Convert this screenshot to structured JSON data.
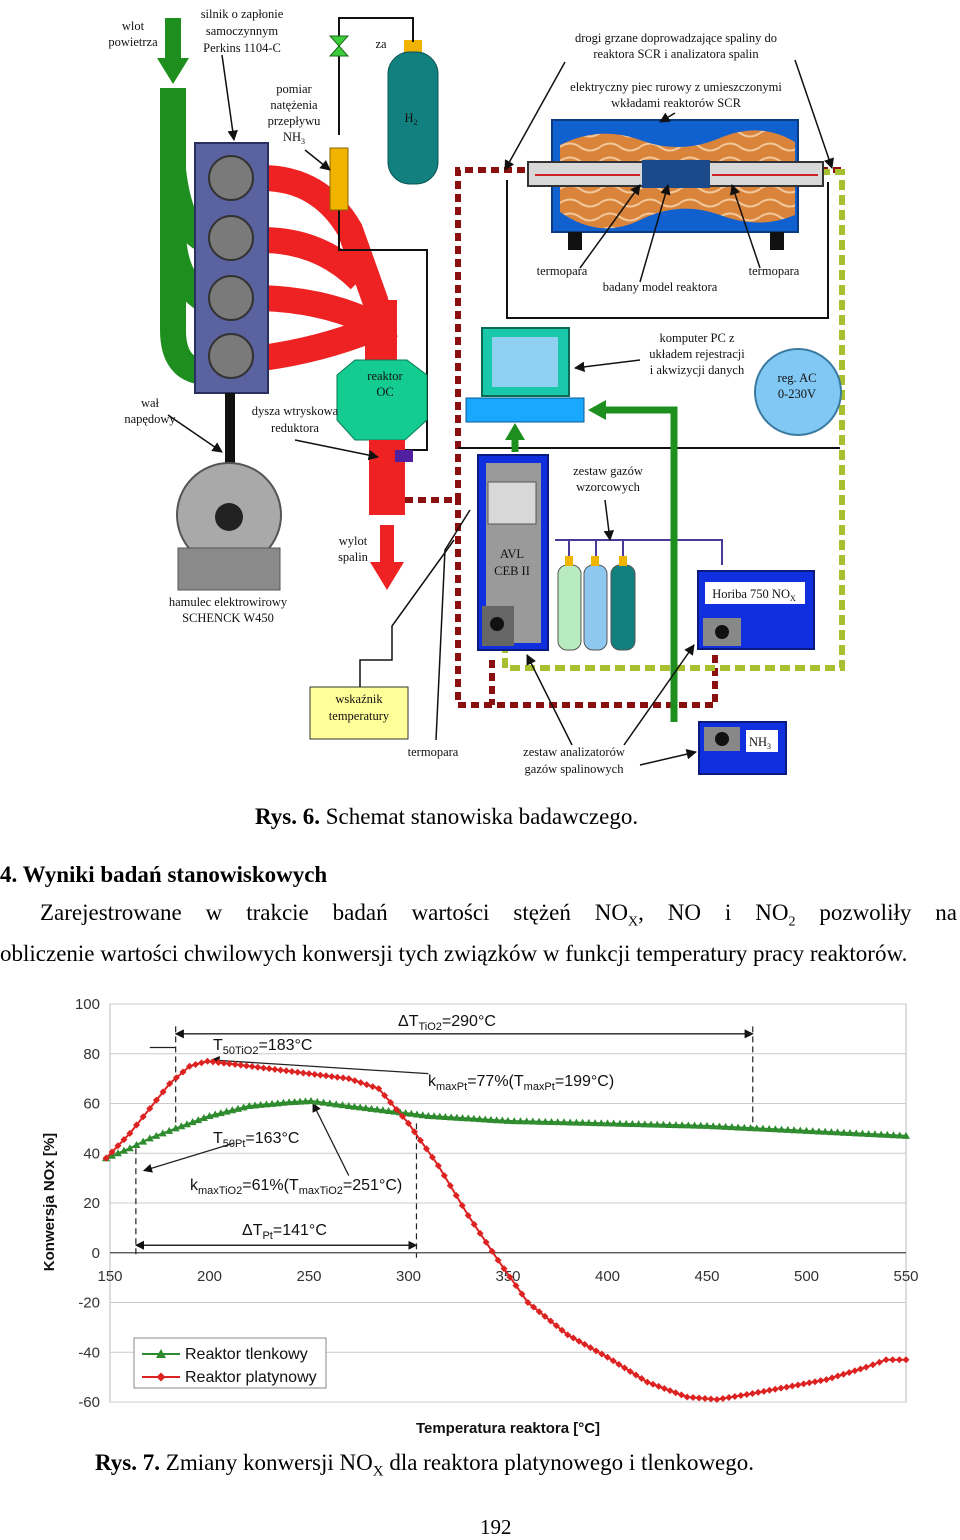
{
  "fig6": {
    "labels": {
      "air_inlet": [
        "wlot",
        "powietrza"
      ],
      "engine": [
        "silnik o zapłonie",
        "samoczynnym",
        "Perkins 1104-C"
      ],
      "valve": "za",
      "h2": "H",
      "h2_sub": "2",
      "flow": [
        "pomiar",
        "natężenia",
        "przepływu",
        "NH"
      ],
      "flow_sub": "3",
      "heated_lines": [
        "drogi grzane doprowadzające spaliny do",
        "reaktora SCR i analizatora spalin"
      ],
      "furnace": [
        "elektryczny piec rurowy z umieszczonymi",
        "wkładami reaktorów SCR"
      ],
      "thermocouple_left": "termopara",
      "reactor_model": "badany model reaktora",
      "thermocouple_right": "termopara",
      "pc": [
        "komputer PC z",
        "układem rejestracji",
        "i akwizycji danych"
      ],
      "reg_ac": [
        "reg. AC",
        "0-230V"
      ],
      "shaft": [
        "wał",
        "napędowy"
      ],
      "nozzle": [
        "dysza wtryskowa",
        "reduktora"
      ],
      "reactor_oc": [
        "reaktor",
        "OC"
      ],
      "exhaust_out": [
        "wylot",
        "spalin"
      ],
      "std_gases": [
        "zestaw gazów",
        "wzorcowych"
      ],
      "avl": [
        "AVL",
        "CEB II"
      ],
      "horiba": "Horiba 750 NO",
      "horiba_sub": "X",
      "brake": [
        "hamulec elektrowirowy",
        "SCHENCK W450"
      ],
      "temp_indicator": [
        "wskaźnik",
        "temperatury"
      ],
      "thermocouple_bottom": "termopara",
      "analyzers": [
        "zestaw analizatorów",
        "gazów spalinowych"
      ],
      "nh3_box": "NH",
      "nh3_sub": "3"
    },
    "caption_prefix": "Rys. 6.",
    "caption_text": " Schemat stanowiska badawczego."
  },
  "section": {
    "heading": "4. Wyniki badań stanowiskowych",
    "para_1a": "Zarejestrowane w trakcie badań wartości stężeń NO",
    "para_1b": "X",
    "para_1c": ", NO i NO",
    "para_1d": "2",
    "para_1e": " pozwoliły na",
    "para_2": "obliczenie wartości chwilowych konwersji tych związków w funkcji temperatury pracy reaktorów."
  },
  "chart_data": {
    "type": "line",
    "xlabel": "Temperatura reaktora [°C]",
    "ylabel": "Konwersja NOx [%]",
    "xlim": [
      150,
      550
    ],
    "ylim": [
      -60,
      100
    ],
    "xticks": [
      "150",
      "200",
      "250",
      "300",
      "350",
      "400",
      "450",
      "500",
      "550"
    ],
    "yticks": [
      "100",
      "80",
      "60",
      "40",
      "20",
      "0",
      "-20",
      "-40",
      "-60"
    ],
    "grid": true,
    "legend_position": "bottom-left",
    "colors": {
      "oxide": "#2e8b2e",
      "platinum": "#dd2222"
    },
    "series": [
      {
        "name": "Reaktor tlenkowy",
        "marker": "triangle",
        "x": [
          148,
          160,
          170,
          183,
          200,
          220,
          240,
          251,
          270,
          290,
          310,
          330,
          350,
          375,
          400,
          425,
          450,
          475,
          500,
          525,
          550
        ],
        "y": [
          38,
          42,
          46,
          50,
          55,
          59,
          60.5,
          61,
          59,
          57,
          55,
          54,
          53,
          52.5,
          52,
          51.5,
          51,
          50,
          49,
          48,
          47
        ]
      },
      {
        "name": "Reaktor platynowy",
        "marker": "diamond",
        "x": [
          148,
          160,
          170,
          180,
          190,
          199,
          210,
          230,
          250,
          270,
          285,
          300,
          315,
          330,
          345,
          360,
          380,
          400,
          420,
          440,
          455,
          470,
          490,
          510,
          530,
          540,
          550
        ],
        "y": [
          38,
          48,
          58,
          68,
          75,
          77,
          76,
          74,
          72,
          70,
          66,
          52,
          35,
          15,
          -3,
          -20,
          -33,
          -42,
          -52,
          -58,
          -59,
          -57,
          -54,
          -51,
          -46,
          -43,
          -43
        ]
      }
    ],
    "annotations": {
      "dT_tio2": "ΔT",
      "dT_tio2_sub": "TiO2",
      "dT_tio2_val": "=290°C",
      "t50_tio2": "T",
      "t50_tio2_sub": "50TiO2",
      "t50_tio2_val": "=183°C",
      "kmax_pt": "k",
      "kmax_pt_sub": "maxPt",
      "kmax_pt_val": "=77%(T",
      "kmax_pt_sub2": "maxPt",
      "kmax_pt_val2": "=199°C)",
      "t50_pt": "T",
      "t50_pt_sub": "50Pt",
      "t50_pt_val": "=163°C",
      "kmax_tio2": "k",
      "kmax_tio2_sub": "maxTiO2",
      "kmax_tio2_val": "=61%(T",
      "kmax_tio2_sub2": "maxTiO2",
      "kmax_tio2_val2": "=251°C)",
      "dT_pt": "ΔT",
      "dT_pt_sub": "Pt",
      "dT_pt_val": "=141°C"
    }
  },
  "fig7": {
    "caption_prefix": "Rys. 7.",
    "caption_a": " Zmiany konwersji NO",
    "caption_sub": "X",
    "caption_b": " dla reaktora platynowego i tlenkowego."
  },
  "page_number": "192"
}
